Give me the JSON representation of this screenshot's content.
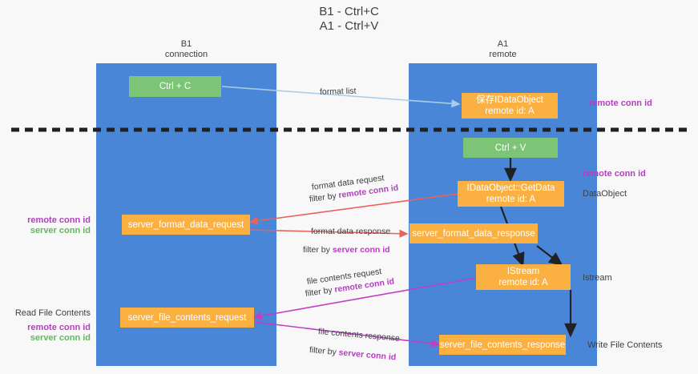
{
  "title": "B1 - Ctrl+C\nA1 - Ctrl+V",
  "lanes": [
    {
      "id": "b1",
      "title": "B1\nconnection"
    },
    {
      "id": "a1",
      "title": "A1\nremote"
    }
  ],
  "boxes": {
    "ctrl_c": "Ctrl + C",
    "ctrl_v": "Ctrl + V",
    "save_idataobject": "保存IDataObject\nremote id: A",
    "getdata": "IDataObject::GetData\nremote id: A",
    "istream": "IStream\nremote id: A",
    "server_format_data_request": "server_format_data_request",
    "server_format_data_response": "server_format_data_response",
    "server_file_contents_request": "server_file_contents_request",
    "server_file_contents_response": "server_file_contents_response"
  },
  "right_notes": {
    "remote_conn_id_top": "remote conn id",
    "remote_conn_id_mid": "remote conn id",
    "dataobject": "DataObject",
    "istream": "Istream",
    "write_file_contents": "Write File Contents"
  },
  "left_notes": {
    "remote_conn_id": "remote conn id",
    "server_conn_id": "server conn id",
    "read_file_contents": "Read File Contents",
    "remote_conn_id_2": "remote conn id",
    "server_conn_id_2": "server conn id"
  },
  "edge_labels": {
    "format_list": "format list",
    "format_data_request": "format data request",
    "format_data_request_filter_pre": "filter by ",
    "format_data_request_filter_key": "remote conn id",
    "format_data_response": "format data response",
    "format_data_response_filter_pre": "filter by ",
    "format_data_response_filter_key": "server conn id",
    "file_contents_request": "file contents request",
    "file_contents_request_filter_pre": "filter by ",
    "file_contents_request_filter_key": "remote conn id",
    "file_contents_response": "file contents response",
    "file_contents_response_filter_pre": "filter by ",
    "file_contents_response_filter_key": "server conn id"
  },
  "colors": {
    "lane": "#4a86d8",
    "green_box": "#7cc576",
    "orange_box": "#fbb042",
    "remote_conn_id": "#b33fbf",
    "server_conn_id": "#5fb85f",
    "arrow_blue": "#a9cdeb",
    "arrow_red": "#e8625c",
    "arrow_magenta": "#c13fc1",
    "arrow_black": "#202124",
    "background": "#f8f8f8"
  }
}
